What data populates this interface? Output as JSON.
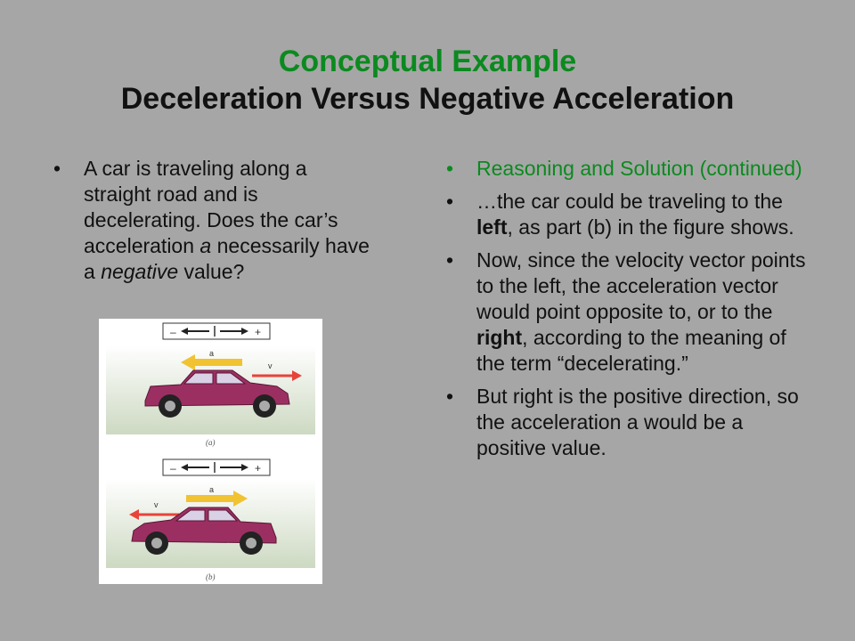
{
  "title": {
    "line1": "Conceptual Example",
    "line2": "Deceleration Versus Negative Acceleration"
  },
  "left": {
    "bullet": {
      "t1": "A car is traveling along a straight road and is decelerating. Does the car’s acceleration ",
      "t2": "a",
      "t3": " necessarily have a ",
      "t4": "negative",
      "t5": " value?"
    }
  },
  "right": {
    "b1": "Reasoning and Solution (continued)",
    "b2": {
      "t1": "…the car could be traveling to the ",
      "t2": "left",
      "t3": ", as part (b) in the figure shows."
    },
    "b3": {
      "t1": "Now, since the velocity vector points to the left, the acceleration vector would point opposite to, or to the ",
      "t2": "right",
      "t3": ", according to the meaning of the term “decelerating.”"
    },
    "b4": "But right is the positive direction, so the acceleration a would be a positive value."
  },
  "figure": {
    "minus": "–",
    "plus": "+",
    "a_label": "a",
    "v_label": "v",
    "caption_a": "(a)",
    "caption_b": "(b)"
  },
  "colors": {
    "background": "#a6a6a6",
    "title_green": "#0b8a1f",
    "car": "#9c2f62",
    "accel_arrow": "#f1c232",
    "vel_arrow": "#e8433a"
  }
}
